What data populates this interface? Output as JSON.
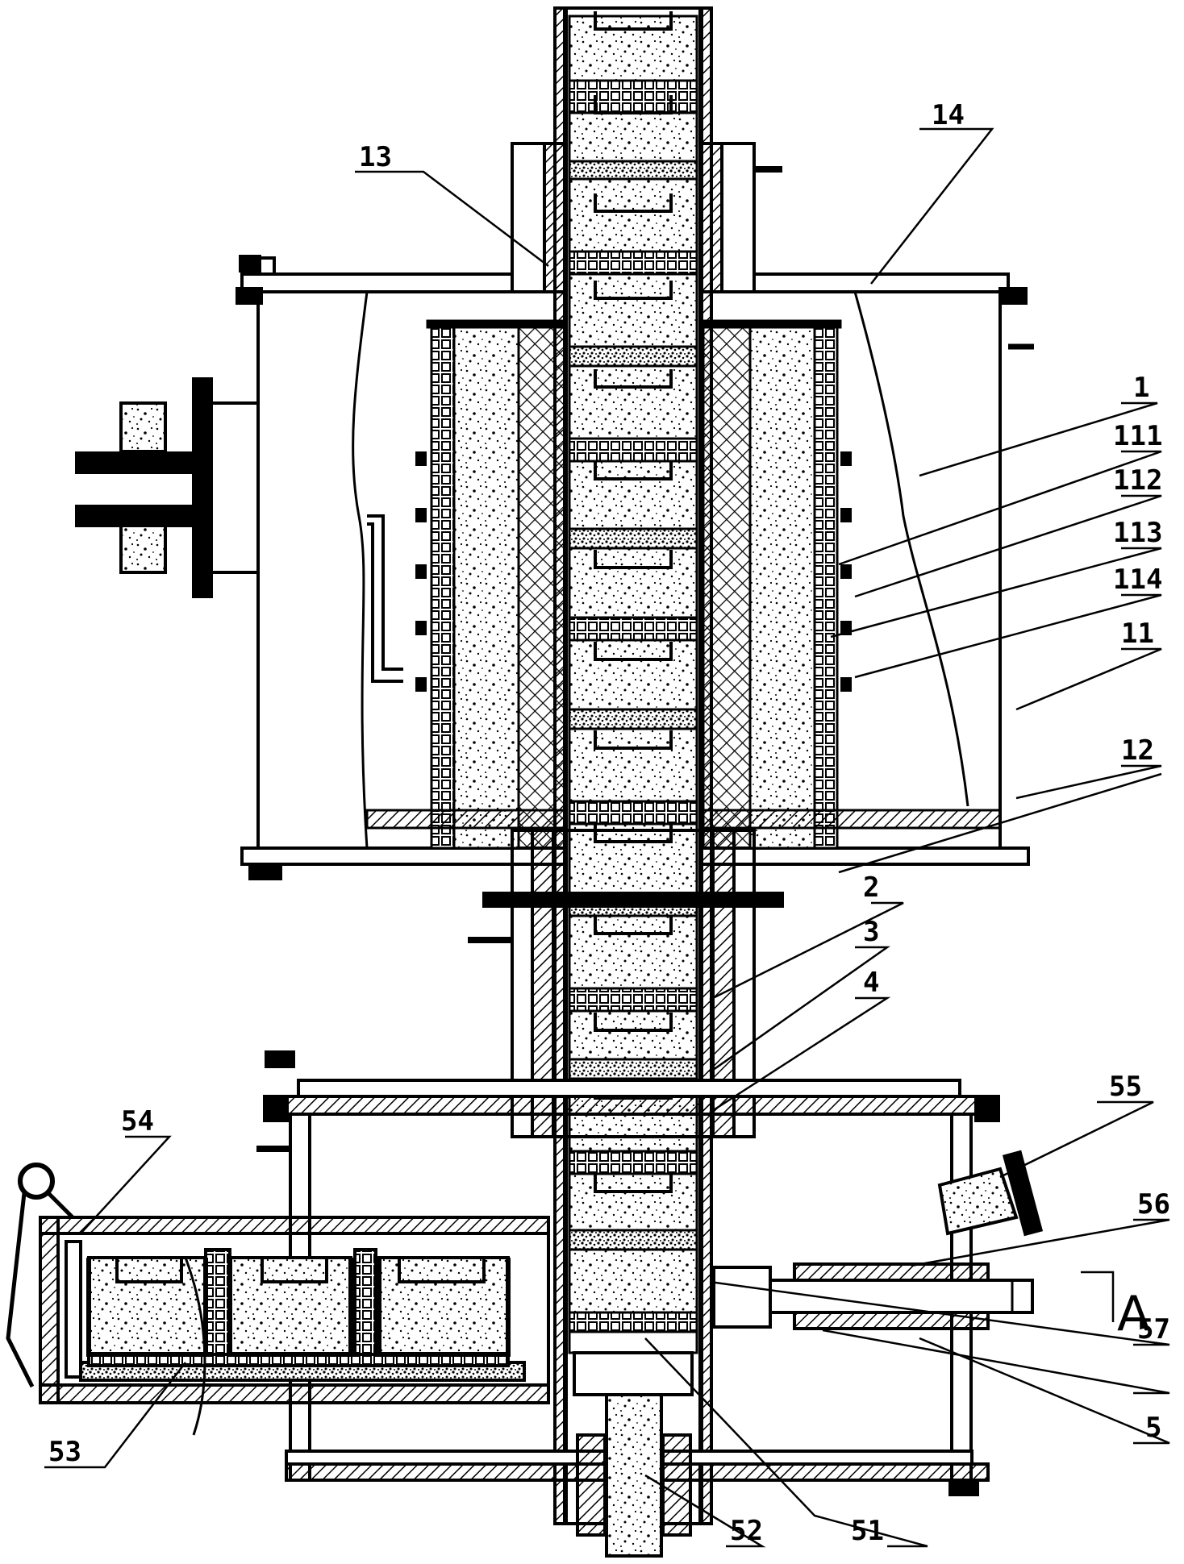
{
  "labels": {
    "l1": "1",
    "l11": "11",
    "l111": "111",
    "l112": "112",
    "l113": "113",
    "l114": "114",
    "l12": "12",
    "l13": "13",
    "l14": "14",
    "l2": "2",
    "l3": "3",
    "l4": "4",
    "l5": "5",
    "l51": "51",
    "l52": "52",
    "l53": "53",
    "l54": "54",
    "l55": "55",
    "l56": "56",
    "l57": "57",
    "section": "A"
  },
  "colors": {
    "line": "#000000",
    "background": "#ffffff"
  }
}
